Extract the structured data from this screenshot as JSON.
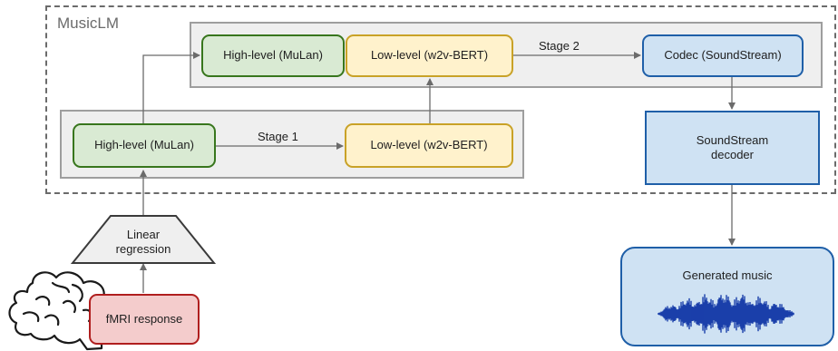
{
  "frame": {
    "label": "MusicLM"
  },
  "stage_two": {
    "high_level": "High-level (MuLan)",
    "low_level": "Low-level (w2v-BERT)",
    "codec": "Codec (SoundStream)",
    "edge_label": "Stage 2"
  },
  "stage_one": {
    "high_level": "High-level (MuLan)",
    "low_level": "Low-level (w2v-BERT)",
    "edge_label": "Stage 1"
  },
  "decoder": {
    "label": "SoundStream\ndecoder"
  },
  "regression": {
    "label": "Linear\nregression"
  },
  "fmri": {
    "label": "fMRI response"
  },
  "output": {
    "label": "Generated music"
  },
  "colors": {
    "mulan": "#d9ead3",
    "w2v": "#fff2cc",
    "soundstream": "#cfe2f3",
    "fmri": "#f4cccc",
    "panel": "#efefef",
    "waveform": "#1a3faa"
  },
  "icons": {
    "brain": "brain-outline-icon",
    "waveform": "audio-waveform-icon"
  }
}
